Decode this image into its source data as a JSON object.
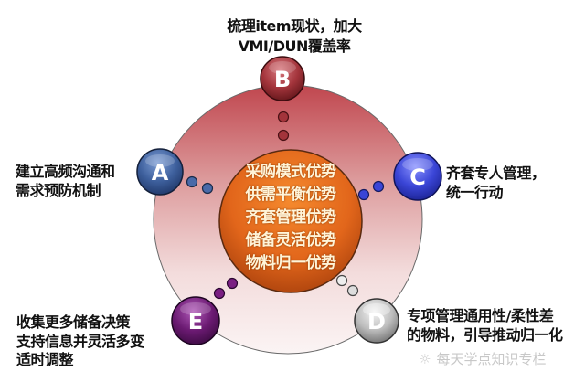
{
  "diagram": {
    "type": "hub-and-spoke",
    "center": {
      "lines": [
        "采购模式优势",
        "供需平衡优势",
        "齐套管理优势",
        "储备灵活优势",
        "物料归一优势"
      ],
      "color": "#e0661c"
    },
    "outer_ring_color": "#c9585f",
    "nodes": [
      {
        "id": "A",
        "letter": "A",
        "color": "#3d5f9c",
        "lines": [
          "建立高频沟通和",
          "需求预防机制"
        ]
      },
      {
        "id": "B",
        "letter": "B",
        "color": "#a3343b",
        "lines": [
          "梳理item现状，加大",
          "VMI/DUN覆盖率"
        ]
      },
      {
        "id": "C",
        "letter": "C",
        "color": "#3a45d6",
        "lines": [
          "齐套专人管理，",
          "统一行动"
        ]
      },
      {
        "id": "D",
        "letter": "D",
        "color": "#b5b5b5",
        "lines": [
          "专项管理通用性/柔性差",
          "的物料，引导推动归一化"
        ]
      },
      {
        "id": "E",
        "letter": "E",
        "color": "#6b1a72",
        "lines": [
          "收集更多储备决策",
          "支持信息并灵活多变",
          "适时调整"
        ]
      }
    ]
  },
  "watermark": {
    "icon": "wechat-icon",
    "text": "每天学点知识专栏"
  }
}
